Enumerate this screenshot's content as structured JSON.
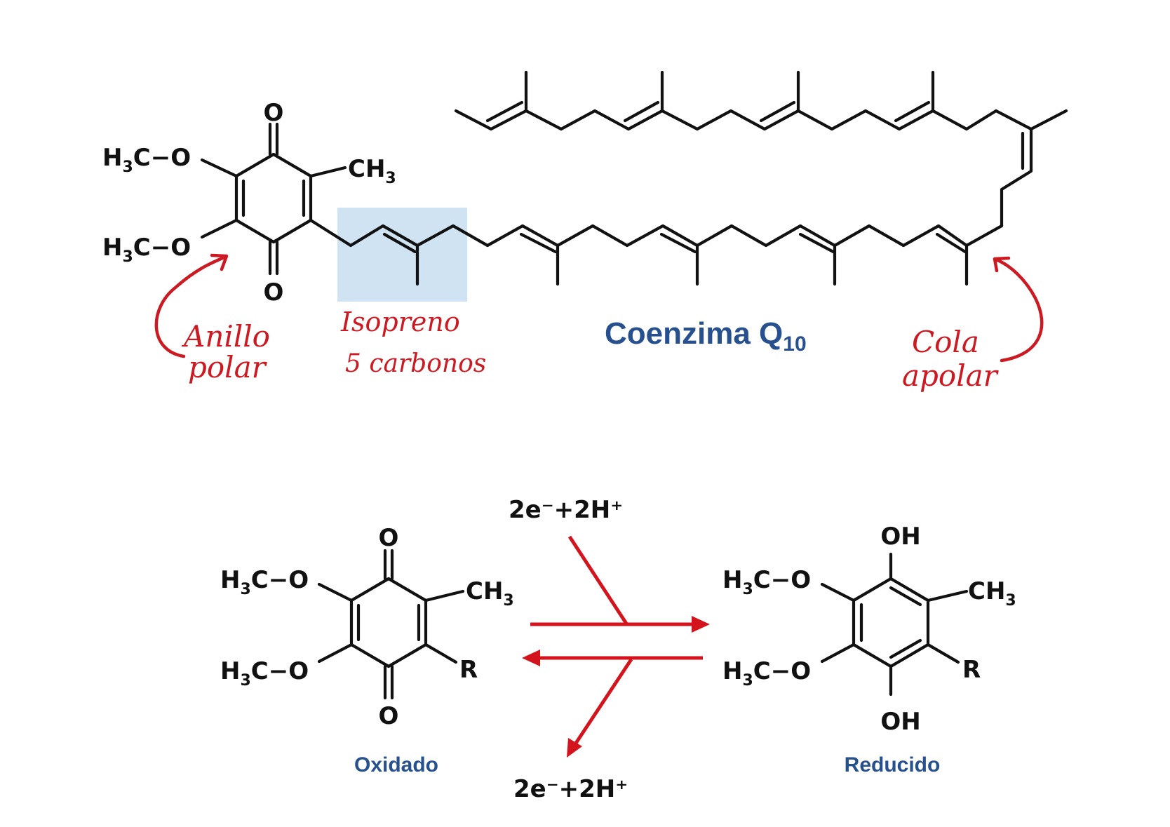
{
  "title": "Coenzima Q",
  "title_subscript": "10",
  "annotations": {
    "ring": [
      "Anillo",
      "polar"
    ],
    "isoprene": [
      "Isopreno",
      "5 carbonos"
    ],
    "tail": [
      "Cola",
      "apolar"
    ]
  },
  "structure": {
    "methoxy": "H",
    "methoxy_sub": "3",
    "methoxy_tail": "C−O",
    "methyl": "CH",
    "methyl_sub": "3",
    "oxygen": "O",
    "r_group": "R",
    "hydroxyl": "OH"
  },
  "reaction": {
    "reagent_top": "2e⁻+2H⁺",
    "reagent_bottom": "2e⁻+2H⁺",
    "oxidized_label": "Oxidado",
    "reduced_label": "Reducido"
  },
  "colors": {
    "annotation": "#cc1a22",
    "label": "#27508e",
    "highlight": "#cfe3f3"
  }
}
